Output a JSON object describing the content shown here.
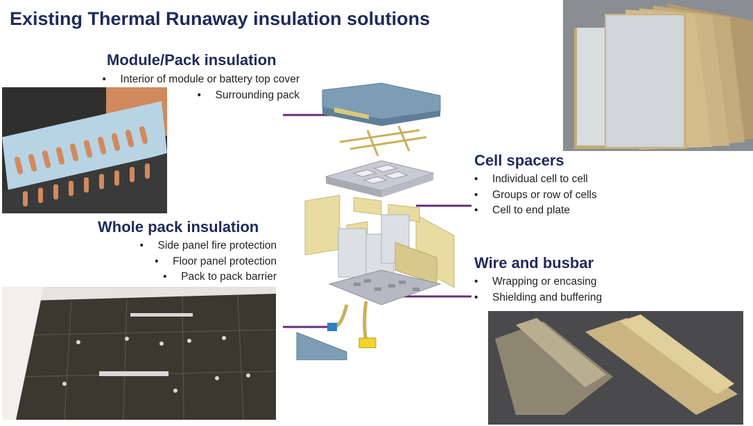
{
  "title": "Existing Thermal Runaway insulation solutions",
  "sections": {
    "module_pack": {
      "heading": "Module/Pack insulation",
      "bullets": [
        "Interior of module or battery top cover",
        "Surrounding pack"
      ]
    },
    "whole_pack": {
      "heading": "Whole pack insulation",
      "bullets": [
        "Side panel fire protection",
        "Floor panel protection",
        "Pack to pack barrier"
      ]
    },
    "cell_spacers": {
      "heading": "Cell spacers",
      "bullets": [
        "Individual cell to cell",
        "Groups or row of cells",
        "Cell to end plate"
      ]
    },
    "wire_busbar": {
      "heading": "Wire and busbar",
      "bullets": [
        "Wrapping or encasing",
        "Shielding and buffering"
      ]
    }
  },
  "colors": {
    "heading": "#1f2a5c",
    "leader_line": "#6a2c7a",
    "insulation_tan": "#e8dca0",
    "cover_blue": "#7d9db5"
  }
}
